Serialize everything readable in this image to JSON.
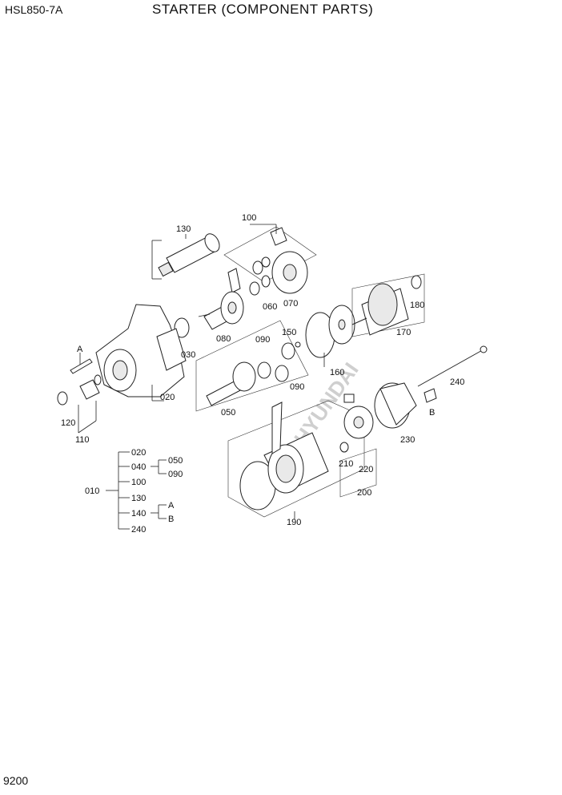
{
  "header": {
    "model": "HSL850-7A",
    "title": "STARTER (COMPONENT PARTS)"
  },
  "footer": {
    "page_number": "9200"
  },
  "callouts": {
    "p010": "010",
    "p020": "020",
    "p030": "030",
    "p040": "040",
    "p050": "050",
    "p060": "060",
    "p070": "070",
    "p080": "080",
    "p090a": "090",
    "p090b": "090",
    "p100": "100",
    "p110": "110",
    "p120": "120",
    "p130": "130",
    "p150": "150",
    "p160": "160",
    "p170": "170",
    "p180": "180",
    "p190": "190",
    "p200": "200",
    "p210": "210",
    "p220": "220",
    "p230": "230",
    "p240": "240",
    "refA": "A",
    "refB": "B"
  },
  "breakdown": {
    "root": "010",
    "items": [
      "020",
      "040",
      "100",
      "130",
      "140",
      "240"
    ],
    "sub_040": [
      "050",
      "090"
    ],
    "sub_140": [
      "A",
      "B"
    ]
  }
}
